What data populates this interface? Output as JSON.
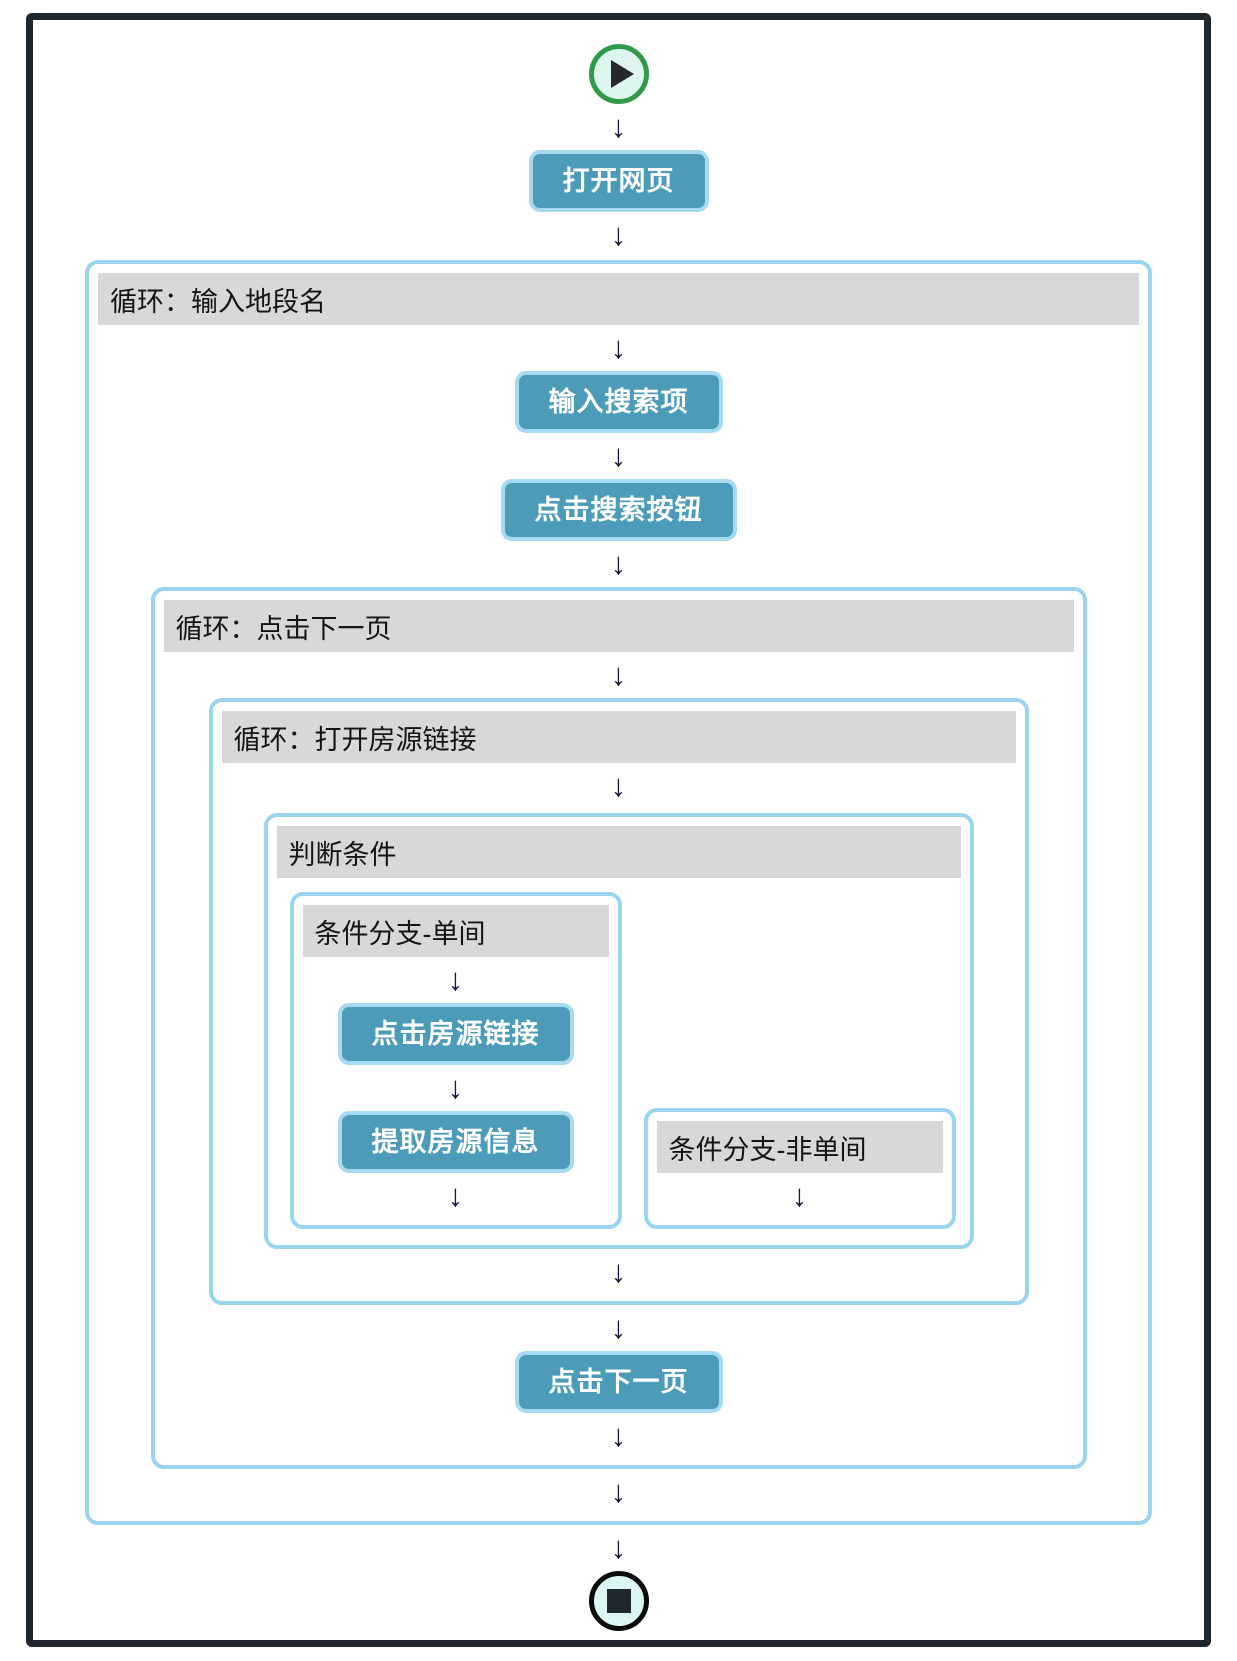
{
  "icons": {
    "arrow_down": "↓",
    "start": "play-circle",
    "end": "stop-circle"
  },
  "colors": {
    "frame_border": "#20262e",
    "container_border": "#9bd4ef",
    "step_fill": "#4c9cb9",
    "step_border": "#a7daf0",
    "header_bg": "#d8d8d8",
    "start_ring_green": "#2f9a47",
    "end_ring_black": "#0b0b0b",
    "node_fill": "#dcf5ef",
    "arrow_color": "#15153a"
  },
  "flow": {
    "steps": {
      "open_webpage": "打开网页",
      "input_search": "输入搜索项",
      "click_search_button": "点击搜索按钮",
      "click_listing_link": "点击房源链接",
      "extract_listing_info": "提取房源信息",
      "click_next_page": "点击下一页"
    },
    "loops": {
      "input_area_name": "循环：输入地段名",
      "click_next_page": "循环：点击下一页",
      "open_listing_links": "循环：打开房源链接"
    },
    "condition": {
      "title": "判断条件",
      "branch_single_room": "条件分支-单间",
      "branch_non_single_room": "条件分支-非单间"
    }
  }
}
